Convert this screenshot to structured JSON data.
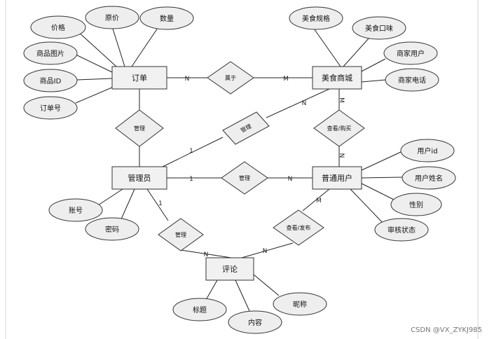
{
  "entities": {
    "order": "订单",
    "mall": "美食商城",
    "admin": "管理员",
    "user": "普通用户",
    "comment": "评论"
  },
  "attributes": {
    "price": "价格",
    "orig_price": "原价",
    "quantity": "数量",
    "product_image": "商品图片",
    "product_id": "商品ID",
    "order_no": "订单号",
    "spec": "美食规格",
    "taste": "美食口味",
    "merchant_user": "商家用户",
    "merchant_phone": "商家电话",
    "user_id": "用户id",
    "user_name": "用户姓名",
    "gender": "性别",
    "review_status": "审核状态",
    "account": "账号",
    "password": "密码",
    "title": "标题",
    "content": "内容",
    "nickname": "昵称"
  },
  "relationships": {
    "belongs": "属于",
    "manage_order": "管理",
    "manage_mall": "管理",
    "view_buy": "查看/购买",
    "manage_user": "管理",
    "manage_comment": "管理",
    "view_post": "查看/发布"
  },
  "cardinality": {
    "order_belongs": "N",
    "belongs_mall": "M",
    "mall_viewbuy": "M",
    "viewbuy_user": "N",
    "admin_managemall": "1",
    "managemall_mall": "N",
    "admin_manageuser": "1",
    "manageuser_user": "N",
    "admin_managecomment": "1",
    "managecomment_comment": "N",
    "user_viewpost": "M",
    "viewpost_comment": "N"
  },
  "watermark": "CSDN @VX_ZYKJ985"
}
